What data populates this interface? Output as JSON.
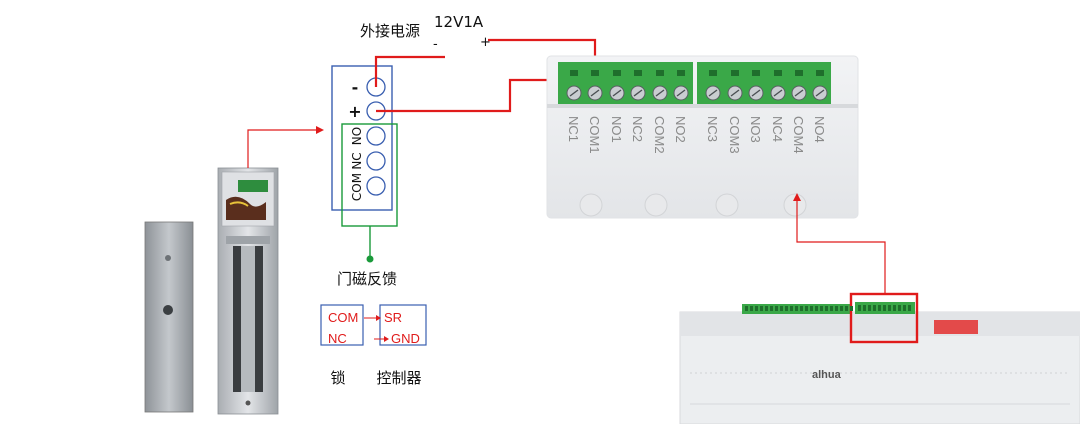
{
  "power": {
    "title": "外接电源",
    "rating": "12V1A",
    "minus": "-",
    "plus": "+"
  },
  "lock_terminal": {
    "minus": "-",
    "plus": "+",
    "labels": [
      "NO",
      "NC",
      "COM"
    ]
  },
  "feedback_label": "门磁反馈",
  "wiring_legend": {
    "left": [
      "COM",
      "NC"
    ],
    "right": [
      "SR",
      "GND"
    ],
    "caption_left": "锁",
    "caption_right": "控制器"
  },
  "relay_terminals": [
    "NC1",
    "COM1",
    "NO1",
    "NC2",
    "COM2",
    "NO2",
    "NC3",
    "COM3",
    "NO3",
    "NC4",
    "COM4",
    "NO4"
  ],
  "controller_brand": "alhua",
  "colors": {
    "wire_red": "#e01b1b",
    "box_blue": "#3a5fb0",
    "box_green": "#1a9a3a",
    "terminal_green": "#3aa848"
  }
}
